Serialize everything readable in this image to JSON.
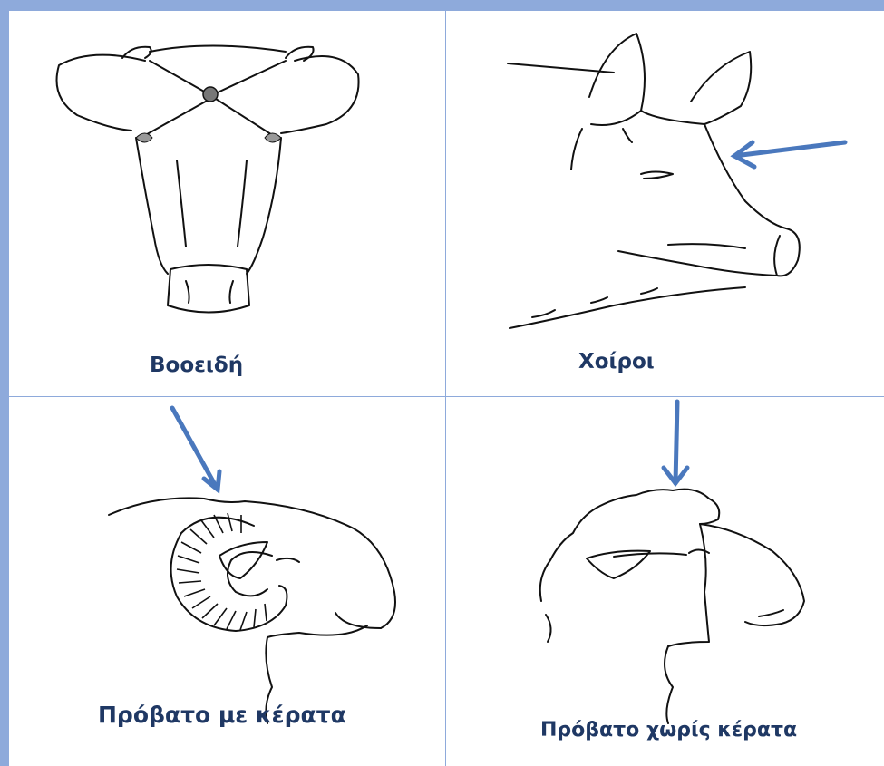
{
  "colors": {
    "border": "#8eaadb",
    "arrow": "#4a78bd",
    "caption": "#1f3864",
    "line": "#111111"
  },
  "panels": [
    {
      "caption": "Βοοειδή",
      "icon": "cattle-head-icon"
    },
    {
      "caption": "Χοίροι",
      "icon": "pig-head-icon"
    },
    {
      "caption": "Πρόβατο με κέρατα",
      "icon": "horned-sheep-head-icon"
    },
    {
      "caption": "Πρόβατο χωρίς κέρατα",
      "icon": "hornless-sheep-head-icon"
    }
  ]
}
